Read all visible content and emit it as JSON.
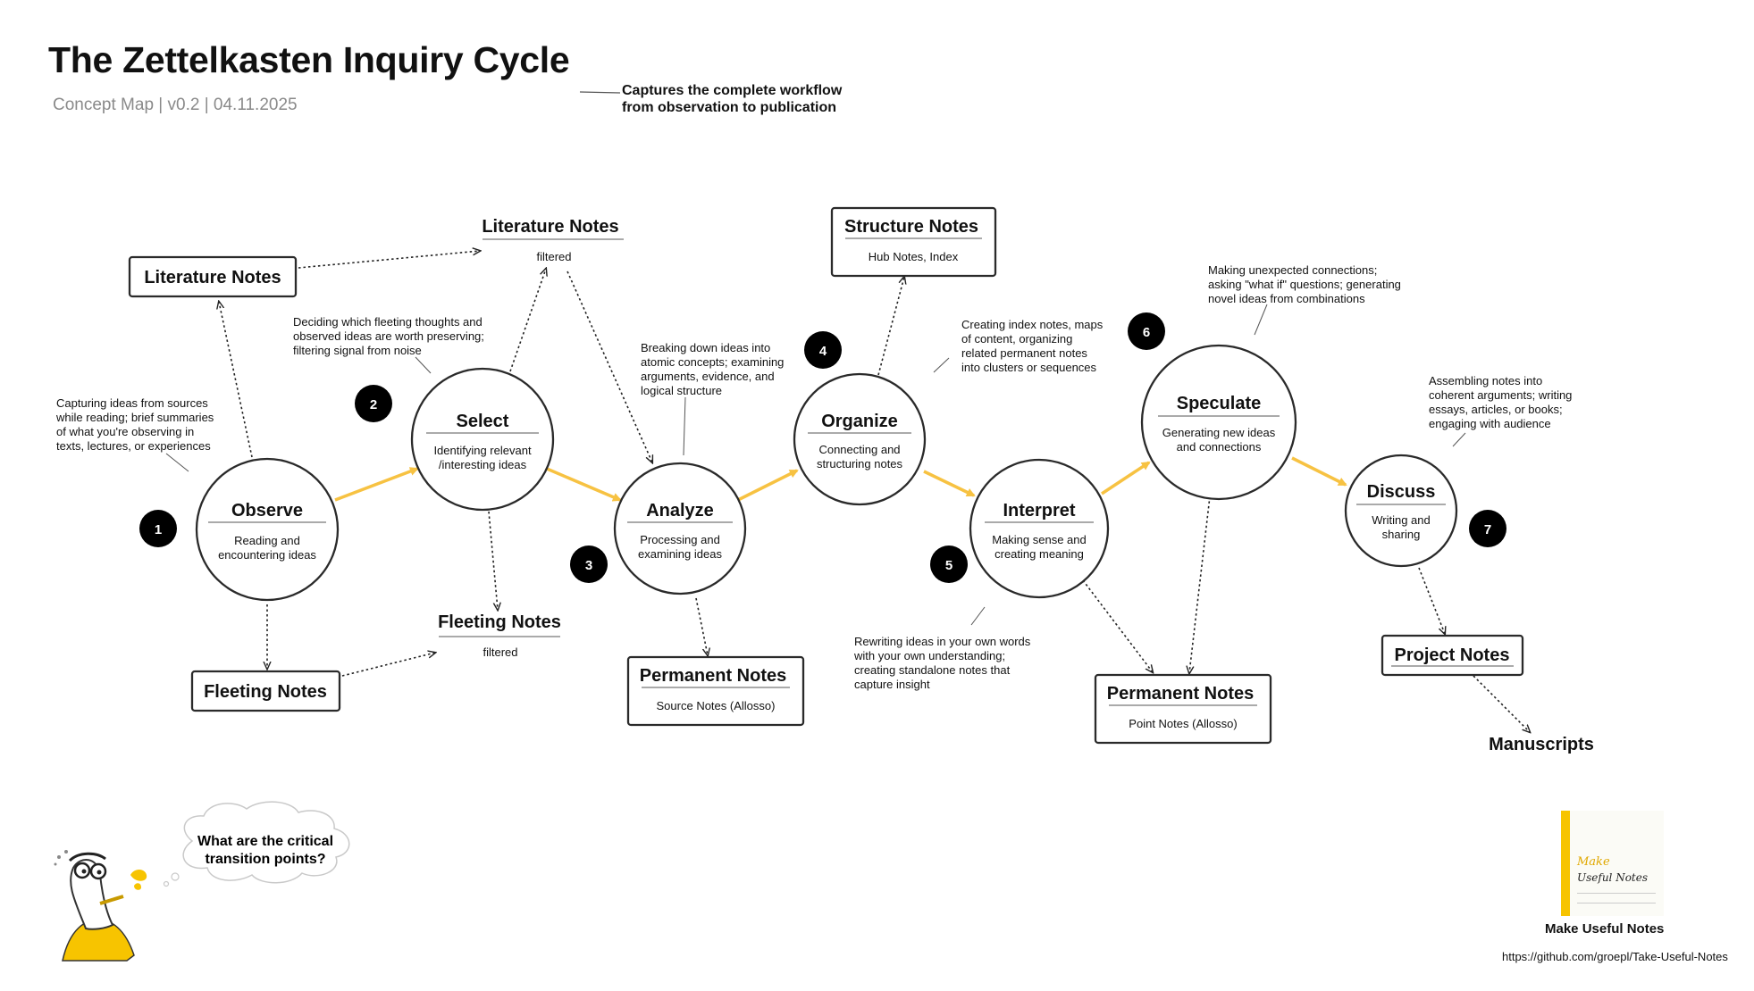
{
  "header": {
    "title": "The Zettelkasten Inquiry Cycle",
    "subtitle": "Concept Map | v0.2 | 04.11.2025",
    "callout": [
      "Captures the complete workflow",
      "from observation to publication"
    ]
  },
  "stages": [
    {
      "number": "1",
      "title": "Observe",
      "desc": [
        "Reading and",
        "encountering ideas"
      ]
    },
    {
      "number": "2",
      "title": "Select",
      "desc": [
        "Identifying relevant",
        "/interesting ideas"
      ]
    },
    {
      "number": "3",
      "title": "Analyze",
      "desc": [
        "Processing and",
        "examining ideas"
      ]
    },
    {
      "number": "4",
      "title": "Organize",
      "desc": [
        "Connecting and",
        "structuring notes"
      ]
    },
    {
      "number": "5",
      "title": "Interpret",
      "desc": [
        "Making sense and",
        "creating meaning"
      ]
    },
    {
      "number": "6",
      "title": "Speculate",
      "desc": [
        "Generating new ideas",
        "and connections"
      ]
    },
    {
      "number": "7",
      "title": "Discuss",
      "desc": [
        "Writing and",
        "sharing"
      ]
    }
  ],
  "note_boxes": [
    {
      "title": "Literature Notes",
      "sub": ""
    },
    {
      "title": "Fleeting Notes",
      "sub": ""
    },
    {
      "title": "Permanent Notes",
      "sub": "Source Notes (Allosso)"
    },
    {
      "title": "Structure Notes",
      "sub": "Hub Notes, Index"
    },
    {
      "title": "Permanent Notes",
      "sub": "Point Notes (Allosso)"
    },
    {
      "title": "Project Notes",
      "sub": ""
    }
  ],
  "filtered_notes": [
    {
      "title": "Literature Notes",
      "sub": "filtered"
    },
    {
      "title": "Fleeting Notes",
      "sub": "filtered"
    }
  ],
  "outputs": {
    "manuscripts": "Manuscripts"
  },
  "annotations": {
    "observe": [
      "Capturing ideas from sources",
      "while reading; brief summaries",
      "of what you're observing in",
      "texts, lectures, or experiences"
    ],
    "select": [
      "Deciding which fleeting thoughts and",
      "observed ideas are worth preserving;",
      "filtering signal from noise"
    ],
    "analyze": [
      "Breaking down ideas into",
      "atomic concepts; examining",
      "arguments, evidence, and",
      "logical structure"
    ],
    "organize": [
      "Creating index notes, maps",
      "of content, organizing",
      "related permanent notes",
      "into clusters or sequences"
    ],
    "interpret": [
      "Rewriting ideas in your own words",
      "with your own understanding;",
      "creating standalone notes that",
      "capture insight"
    ],
    "speculate": [
      "Making unexpected connections;",
      "asking \"what if\" questions; generating",
      "novel ideas from combinations"
    ],
    "discuss": [
      "Assembling notes into",
      "coherent arguments; writing",
      "essays, articles, or books;",
      "engaging with audience"
    ]
  },
  "bubble": {
    "question": [
      "What are the critical",
      "transition points?"
    ]
  },
  "brand": {
    "name": "Make Useful Notes",
    "url": "https://github.com/groepl/Take-Useful-Notes",
    "book_line1": "Make",
    "book_line2": "Useful Notes"
  },
  "colors": {
    "flow": "#f7c242",
    "stroke": "#333333",
    "badge": "#000000",
    "accent": "#f7c400"
  }
}
